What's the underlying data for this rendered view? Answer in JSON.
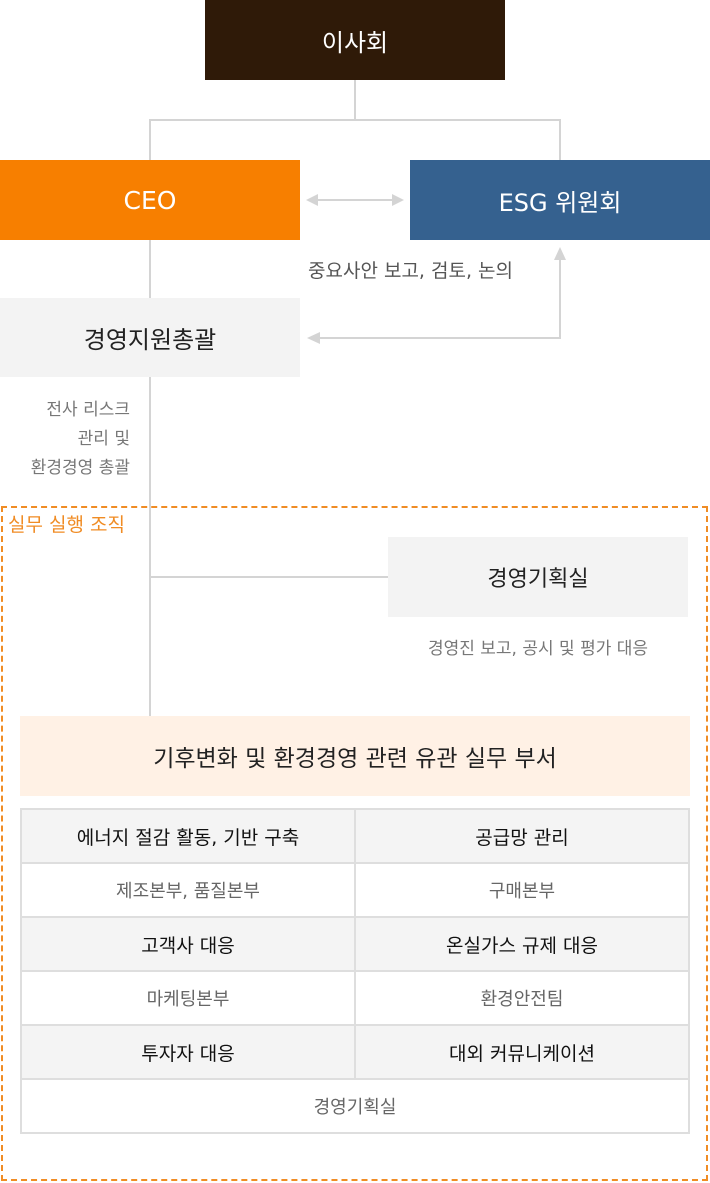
{
  "org": {
    "board": "이사회",
    "ceo": "CEO",
    "esg_committee": "ESG 위원회",
    "esg_note": "중요사안 보고, 검토, 논의",
    "mgmt_support": "경영지원총괄",
    "mgmt_note": [
      "전사 리스크",
      "관리 및",
      "환경경영 총괄"
    ],
    "exec_label": "실무 실행 조직",
    "planning": "경영기획실",
    "planning_note": "경영진 보고, 공시 및 평가 대응",
    "dept_title": "기후변화 및 환경경영 관련 유관 실무 부서"
  },
  "dept_table": [
    [
      "에너지 절감 활동, 기반 구축",
      "공급망 관리"
    ],
    [
      "제조본부, 품질본부",
      "구매본부"
    ],
    [
      "고객사 대응",
      "온실가스 규제 대응"
    ],
    [
      "마케팅본부",
      "환경안전팀"
    ],
    [
      "투자자 대응",
      "대외 커뮤니케이션"
    ],
    [
      "경영기획실"
    ]
  ],
  "colors": {
    "board": "#2f1a08",
    "ceo": "#f77f00",
    "esg": "#35618f",
    "exec_border": "#f08c24",
    "dept_title_bg": "#fff1e5"
  }
}
